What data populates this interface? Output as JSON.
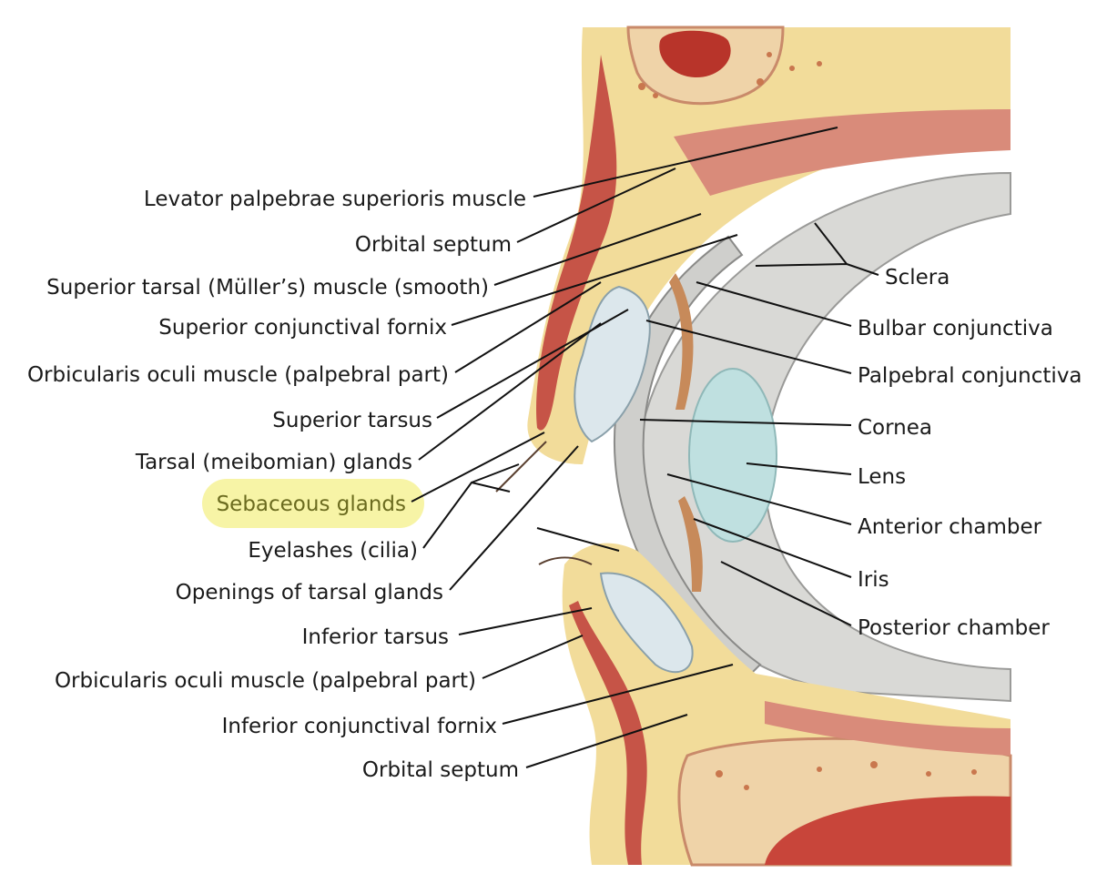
{
  "colors": {
    "highlight": "#f7f4a6",
    "highlight_text": "#6b6b1f",
    "label_text": "#1a1a1a"
  },
  "labels_left": {
    "levator": "Levator palpebrae superioris muscle",
    "orbital_septum_upper": "Orbital septum",
    "superior_tarsal_muscle": "Superior tarsal (Müller’s) muscle (smooth)",
    "superior_conjunctival_fornix": "Superior conjunctival fornix",
    "orbicularis_upper": "Orbicularis oculi muscle (palpebral part)",
    "superior_tarsus": "Superior tarsus",
    "tarsal_glands": "Tarsal (meibomian) glands",
    "sebaceous_glands": "Sebaceous glands",
    "eyelashes": "Eyelashes (cilia)",
    "openings_tarsal_glands": "Openings of tarsal glands",
    "inferior_tarsus": "Inferior tarsus",
    "orbicularis_lower": "Orbicularis oculi muscle (palpebral part)",
    "inferior_conjunctival_fornix": "Inferior conjunctival fornix",
    "orbital_septum_lower": "Orbital septum"
  },
  "labels_right": {
    "sclera": "Sclera",
    "bulbar_conjunctiva": "Bulbar conjunctiva",
    "palpebral_conjunctiva": "Palpebral conjunctiva",
    "cornea": "Cornea",
    "lens": "Lens",
    "anterior_chamber": "Anterior chamber",
    "iris": "Iris",
    "posterior_chamber": "Posterior chamber"
  }
}
